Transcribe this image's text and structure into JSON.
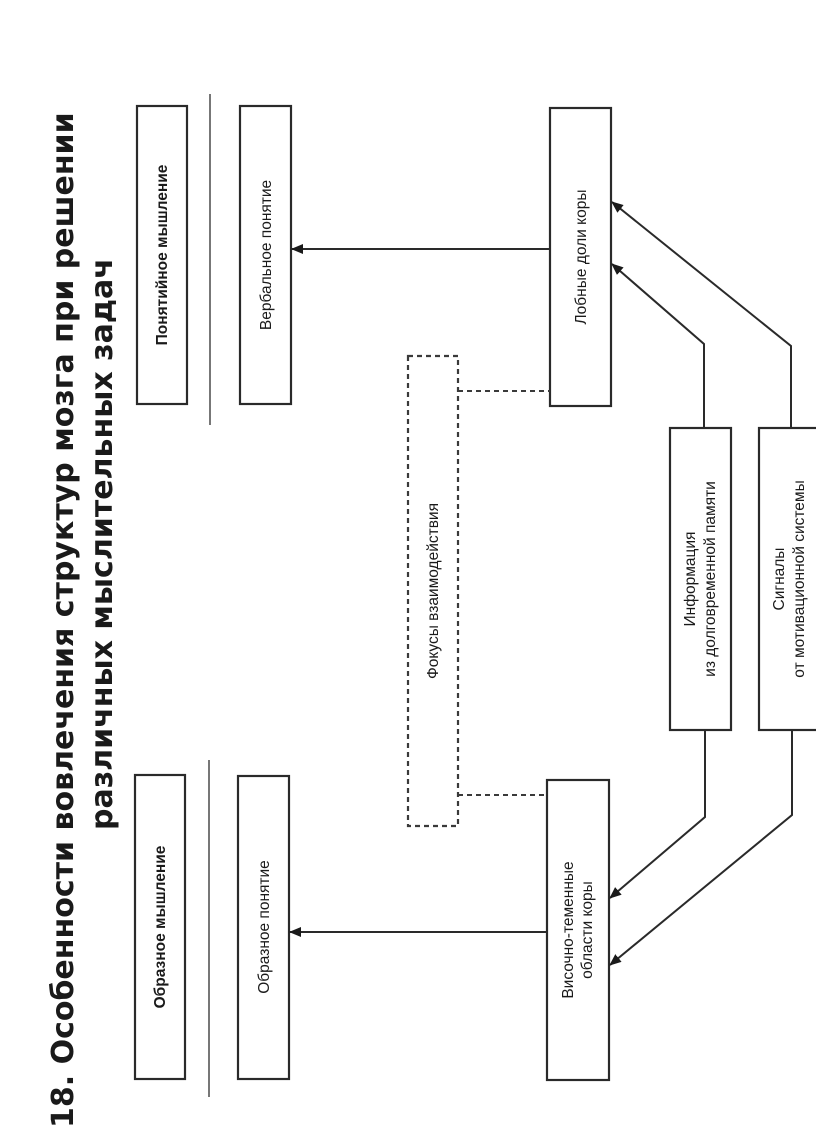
{
  "title": {
    "line1": "18. Особенности вовлечения структур мозга при решении",
    "line2": "различных мыслительных задач"
  },
  "columns": {
    "conceptual": {
      "thinking_label": "Понятийное мышление",
      "concept_label": "Вербальное понятие",
      "cortex_label": "Лобные доли коры"
    },
    "imagery": {
      "thinking_label": "Образное мышление",
      "concept_label": "Образное понятие",
      "cortex_label_line1": "Височно-теменные",
      "cortex_label_line2": "области коры"
    }
  },
  "interaction_focus": {
    "label": "Фокусы взаимодействия"
  },
  "inputs": {
    "memory": {
      "line1": "Информация",
      "line2": "из долговременной памяти"
    },
    "motivation": {
      "line1": "Сигналы",
      "line2": "от мотивационной системы"
    }
  },
  "connections": [
    {
      "from": "Лобные доли коры",
      "to": "Вербальное понятие",
      "style": "arrow"
    },
    {
      "from": "Височно-теменные области коры",
      "to": "Образное понятие",
      "style": "arrow"
    },
    {
      "from": "Фокусы взаимодействия",
      "to": "Лобные доли коры",
      "style": "dashed"
    },
    {
      "from": "Фокусы взаимодействия",
      "to": "Височно-теменные области коры",
      "style": "dashed"
    },
    {
      "from": "Информация из долговременной памяти",
      "to": "Лобные доли коры",
      "style": "arrow"
    },
    {
      "from": "Информация из долговременной памяти",
      "to": "Височно-теменные области коры",
      "style": "arrow"
    },
    {
      "from": "Сигналы от мотивационной системы",
      "to": "Лобные доли коры",
      "style": "arrow"
    },
    {
      "from": "Сигналы от мотивационной системы",
      "to": "Височно-теменные области коры",
      "style": "arrow"
    }
  ]
}
